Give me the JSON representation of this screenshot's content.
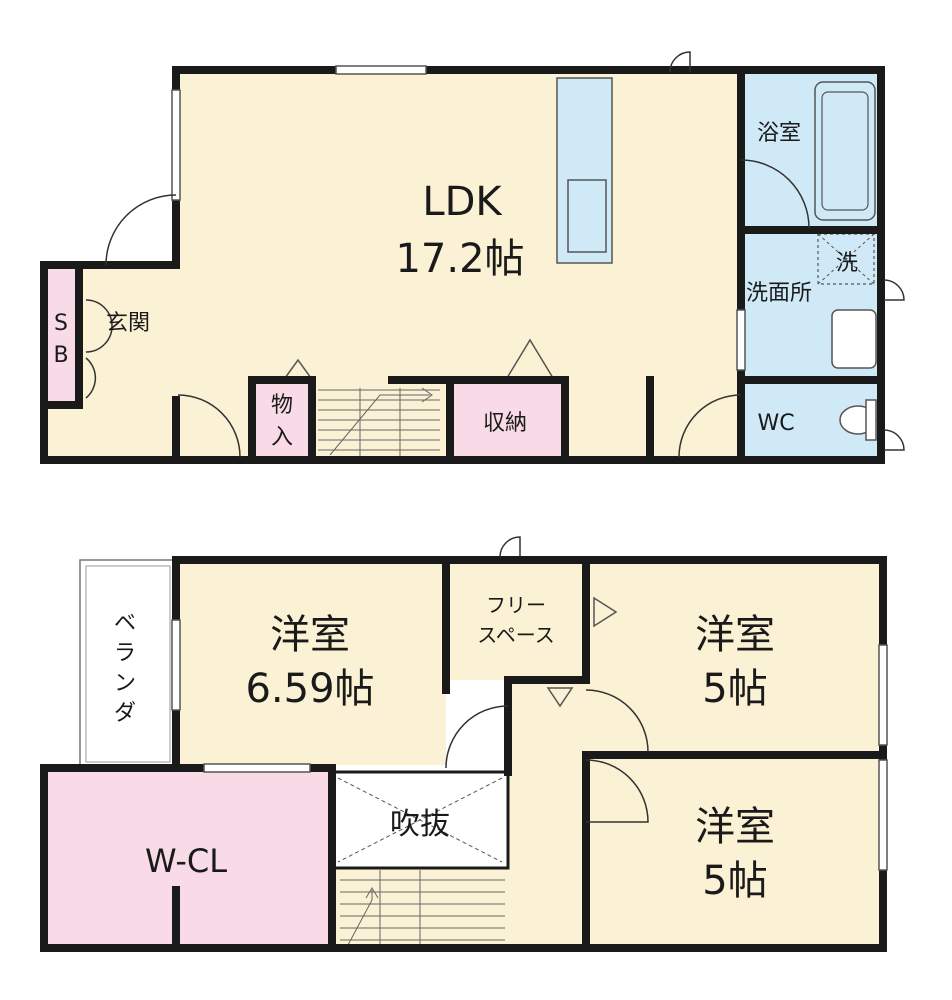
{
  "floor1": {
    "ldk": {
      "name": "LDK",
      "size": "17.2帖"
    },
    "bath": "浴室",
    "washroom": "洗面所",
    "washer": "洗",
    "wc": "WC",
    "entrance": "玄関",
    "shoebox": [
      "S",
      "B"
    ],
    "storage_small": [
      "物",
      "入"
    ],
    "storage": "収納"
  },
  "floor2": {
    "room1": {
      "name": "洋室",
      "size": "6.59帖"
    },
    "room2": {
      "name": "洋室",
      "size": "5帖"
    },
    "room3": {
      "name": "洋室",
      "size": "5帖"
    },
    "free_space": [
      "フリー",
      "スペース"
    ],
    "veranda": [
      "ベ",
      "ラ",
      "ン",
      "ダ"
    ],
    "wcl": "W-CL",
    "void": "吹抜"
  },
  "colors": {
    "living": "#fbf1d5",
    "wet": "#cfe9f7",
    "storage": "#f8dbe6",
    "wall": "#1a1a1a"
  }
}
